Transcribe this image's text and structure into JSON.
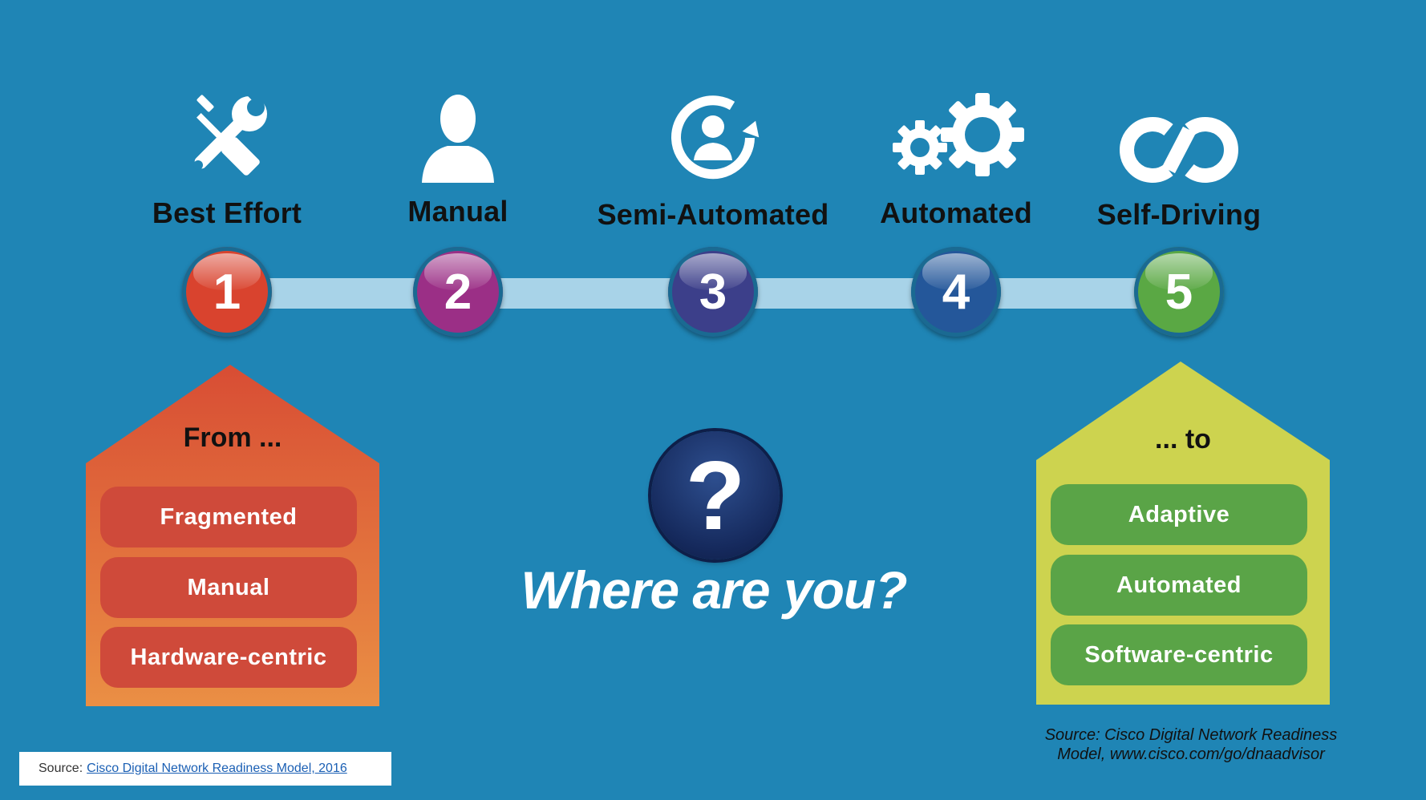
{
  "colors": {
    "background": "#1f85b5",
    "track": "#a8d3e8",
    "from_house": "#e0663d",
    "to_house": "#cdd34f"
  },
  "stages": [
    {
      "number": "1",
      "label": "Best Effort",
      "icon": "tools-icon",
      "color": "#d9432e"
    },
    {
      "number": "2",
      "label": "Manual",
      "icon": "person-icon",
      "color": "#9b2f86"
    },
    {
      "number": "3",
      "label": "Semi-Automated",
      "icon": "user-cycle-icon",
      "color": "#3c3f8a"
    },
    {
      "number": "4",
      "label": "Automated",
      "icon": "gears-icon",
      "color": "#24579a"
    },
    {
      "number": "5",
      "label": "Self-Driving",
      "icon": "infinity-icon",
      "color": "#5aa844"
    }
  ],
  "from_house": {
    "title": "From ...",
    "items": [
      "Fragmented",
      "Manual",
      "Hardware-centric"
    ]
  },
  "to_house": {
    "title": "... to",
    "items": [
      "Adaptive",
      "Automated",
      "Software-centric"
    ]
  },
  "center": {
    "symbol": "?",
    "question": "Where are you?"
  },
  "source_right": {
    "line1": "Source: Cisco Digital Network Readiness",
    "line2": "Model, www.cisco.com/go/dnaadvisor"
  },
  "source_box": {
    "prefix": "Source:",
    "link_text": "Cisco Digital Network Readiness Model, 2016"
  }
}
